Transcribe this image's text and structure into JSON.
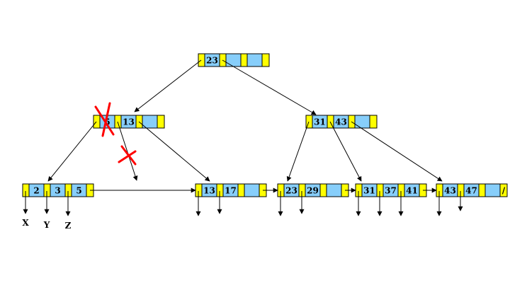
{
  "colors": {
    "pointer_slot": "#ffff00",
    "key_slot": "#87cefa",
    "outline": "#000000",
    "edge": "#000000",
    "delete_mark": "#ff0000"
  },
  "nodes": {
    "root": {
      "keys": [
        "23",
        "",
        ""
      ]
    },
    "inner_left": {
      "keys": [
        "5",
        "13",
        ""
      ]
    },
    "inner_right": {
      "keys": [
        "31",
        "43",
        ""
      ]
    },
    "leaf1": {
      "keys": [
        "2",
        "3",
        "5"
      ]
    },
    "leaf2": {
      "keys": [
        "13",
        "17",
        ""
      ]
    },
    "leaf3": {
      "keys": [
        "23",
        "29",
        ""
      ]
    },
    "leaf4": {
      "keys": [
        "31",
        "37",
        "41"
      ]
    },
    "leaf5": {
      "keys": [
        "43",
        "47",
        ""
      ]
    }
  },
  "leaf_labels": [
    "X",
    "Y",
    "Z"
  ],
  "null_pointer_glyph": "/"
}
